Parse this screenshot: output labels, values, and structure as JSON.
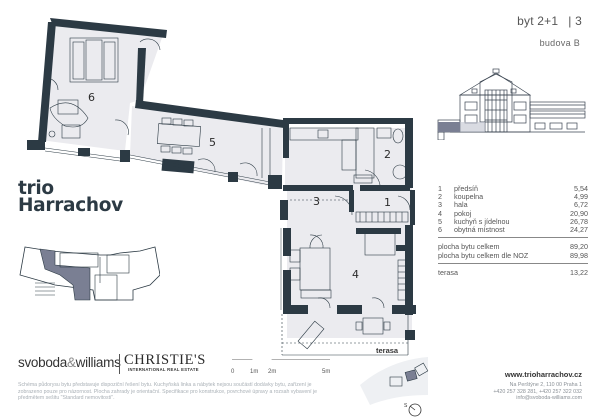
{
  "header": {
    "unit_type": "byt 2+1",
    "unit_number": "| 3",
    "building": "budova B"
  },
  "brand": {
    "line1": "trio",
    "line2": "Harrachov"
  },
  "rooms": [
    {
      "num": "1",
      "name": "předsíň",
      "area": "5,54"
    },
    {
      "num": "2",
      "name": "koupelna",
      "area": "4,99"
    },
    {
      "num": "3",
      "name": "hala",
      "area": "6,72"
    },
    {
      "num": "4",
      "name": "pokoj",
      "area": "20,90"
    },
    {
      "num": "5",
      "name": "kuchyň s jídelnou",
      "area": "26,78"
    },
    {
      "num": "6",
      "name": "obytná místnost",
      "area": "24,27"
    }
  ],
  "totals": [
    {
      "name": "plocha bytu celkem",
      "area": "89,20"
    },
    {
      "name": "plocha bytu celkem dle NOZ",
      "area": "89,98"
    }
  ],
  "terrace": {
    "name": "terasa",
    "area": "13,22"
  },
  "plan": {
    "terrace_label": "terasa",
    "room_labels": [
      "1",
      "2",
      "3",
      "4",
      "5",
      "6"
    ]
  },
  "scale": {
    "labels": [
      "0",
      "1m",
      "2m",
      "5m"
    ]
  },
  "compass": {
    "label": "S"
  },
  "logos": {
    "svoboda": "svoboda",
    "amp": "&",
    "williams": "williams",
    "christies": "CHRISTIE'S",
    "christies_sub": "INTERNATIONAL REAL ESTATE"
  },
  "disclaimer": "Schéma půdorysu bytu představuje dispoziční řešení bytu. Kuchyňská linka a nábytek nejsou součástí dodávky bytu, zařízení je zobrazeno pouze pro názornost. Plocha zahrady je orientační. Specifikace pro konstrukce, povrchové úpravy a rozsah vybavení je předmětem sešitu \"Standard nemovitosti\".",
  "contact": {
    "website": "www.trioharrachov.cz",
    "address": "Na Perštýne 2, 110 00 Praha 1",
    "phones": "+420 257 328 281, +420 257 322 032",
    "email": "info@svoboda-williams.com"
  },
  "colors": {
    "wall": "#2c3a44",
    "floor": "#ebebef",
    "highlight": "#7a7f93",
    "text": "#3a3f44"
  }
}
